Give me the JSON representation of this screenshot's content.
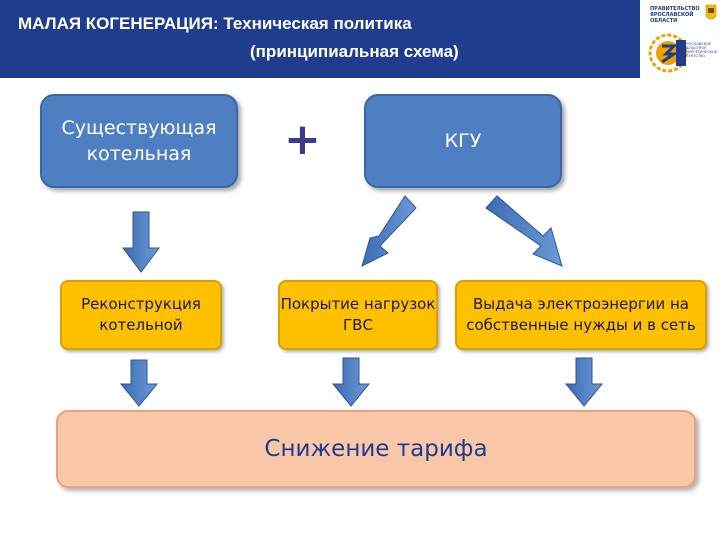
{
  "header": {
    "title_line1": "МАЛАЯ КОГЕНЕРАЦИЯ: Техническая политика",
    "title_line2": "(принципиальная схема)"
  },
  "logo": {
    "government_text": "ПРАВИТЕЛЬСТВО ЯРОСЛАВСКОЙ ОБЛАСТИ",
    "energy_text": "ЯРОСЛАВСКОЕ ОБЛАСТНОЕ ЭНЕРГЕТИЧЕСКОЕ АГЕНТСТВО"
  },
  "diagram": {
    "existing_boiler": "Существующая котельная",
    "plus": "+",
    "kgu": "КГУ",
    "reconstruction": "Реконструкция котельной",
    "hot_water": "Покрытие нагрузок ГВС",
    "electricity": "Выдача электроэнергии на собственные нужды и в сеть",
    "tariff": "Снижение тарифа"
  },
  "colors": {
    "header": "#1f3d8c",
    "blue_box": "#4f7fc3",
    "yellow_box": "#ffc000",
    "result_box": "#f8c7a8",
    "arrow": "#4f7fc3"
  }
}
